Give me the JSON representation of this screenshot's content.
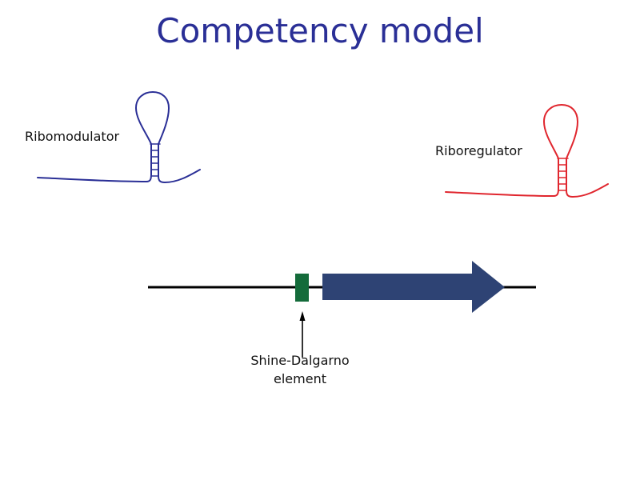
{
  "title": "Competency model",
  "labels": {
    "ribomodulator": "Ribomodulator",
    "riboregulator": "Riboregulator",
    "shine_dalgarno_line1": "Shine-Dalgarno",
    "shine_dalgarno_line2": "element"
  },
  "colors": {
    "title": "#2a2f96",
    "ribomodulator": "#2a2f96",
    "riboregulator": "#e0262e",
    "shine_dalgarno_box": "#146b3a",
    "gene_arrow": "#2e4374",
    "dna_line": "#000000"
  }
}
